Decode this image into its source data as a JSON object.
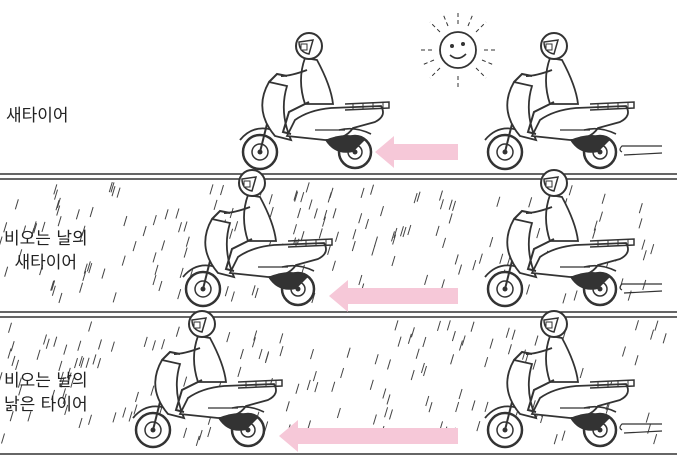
{
  "panels": [
    {
      "label_lines": [
        "새타이어"
      ],
      "condition": "dry",
      "arrow_length_ratio": 0.22
    },
    {
      "label_lines": [
        "비오는 날의",
        "새타이어"
      ],
      "condition": "rain",
      "arrow_length_ratio": 0.38
    },
    {
      "label_lines": [
        "비오는 날의",
        "낡은 타이어"
      ],
      "condition": "rain",
      "arrow_length_ratio": 0.52
    }
  ],
  "colors": {
    "arrow": "#f6c8d8",
    "line": "#333333",
    "rain": "#444444",
    "sun": "#333333"
  },
  "icons": [
    "sun-icon",
    "scooter-rider-icon",
    "braking-arrow-icon",
    "skid-mark-icon",
    "rain-icon"
  ]
}
